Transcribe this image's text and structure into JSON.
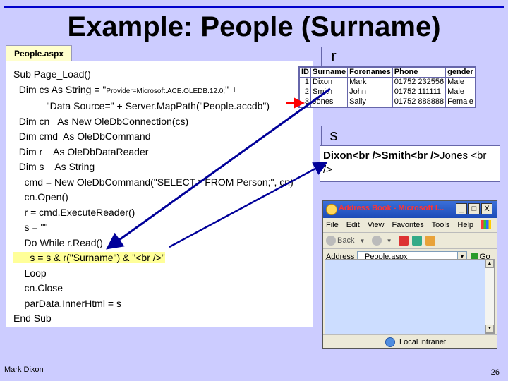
{
  "slide": {
    "title": "Example: People (Surname)",
    "footer_author": "Mark Dixon",
    "page_number": "26"
  },
  "code_tab": {
    "label": "People.aspx"
  },
  "code": {
    "lines": [
      "Sub Page_Load()",
      "  Dim cs As String = \"",
      "Provider=Microsoft.ACE.OLEDB.12.0;",
      "\" + _",
      "            \"Data Source=\" + Server.MapPath(\"People.accdb\")",
      "  Dim cn   As New OleDbConnection(cs)",
      "  Dim cmd  As OleDbCommand",
      "  Dim r    As OleDbDataReader",
      "  Dim s    As String",
      "    cmd = New OleDbCommand(\"SELECT * FROM Person;\", cn)",
      "    cn.Open()",
      "    r = cmd.ExecuteReader()",
      "    s = \"\"",
      "    Do While r.Read()",
      "      s = s & r(\"Surname\") & \"<br />\"",
      "    Loop",
      "    cn.Close",
      "    parData.InnerHtml = s",
      "End Sub"
    ]
  },
  "labels": {
    "r": "r",
    "s": "s"
  },
  "table": {
    "headers": [
      "ID",
      "Surname",
      "Forenames",
      "Phone",
      "gender"
    ],
    "rows": [
      [
        "1",
        "Dixon",
        "Mark",
        "01752 232556",
        "Male"
      ],
      [
        "2",
        "Smith",
        "John",
        "01752 111111",
        "Male"
      ],
      [
        "3",
        "Jones",
        "Sally",
        "01752 888888",
        "Female"
      ]
    ]
  },
  "s_value": {
    "bold_part": "Dixon<br />Smith<br />",
    "normal_part": "Jones <br />"
  },
  "browser": {
    "title": "Address Book - Microsoft I...",
    "menu": [
      "File",
      "Edit",
      "View",
      "Favorites",
      "Tools",
      "Help"
    ],
    "back_label": "Back",
    "address_label": "Address",
    "address_value": "People.aspx",
    "go_label": "Go",
    "status_text": "Local intranet",
    "minimize": "_",
    "maximize": "□",
    "close": "X"
  },
  "colors": {
    "background": "#ccccff",
    "title_rule": "#0000cc",
    "arrow": "#000099",
    "highlight": "#ffff99",
    "browser_content": "#ccddff"
  },
  "icons": [
    "ie-icon",
    "back-arrow-icon",
    "forward-arrow-icon",
    "stop-icon",
    "refresh-icon",
    "home-icon",
    "go-arrow-icon",
    "globe-icon",
    "windows-flag-icon"
  ]
}
